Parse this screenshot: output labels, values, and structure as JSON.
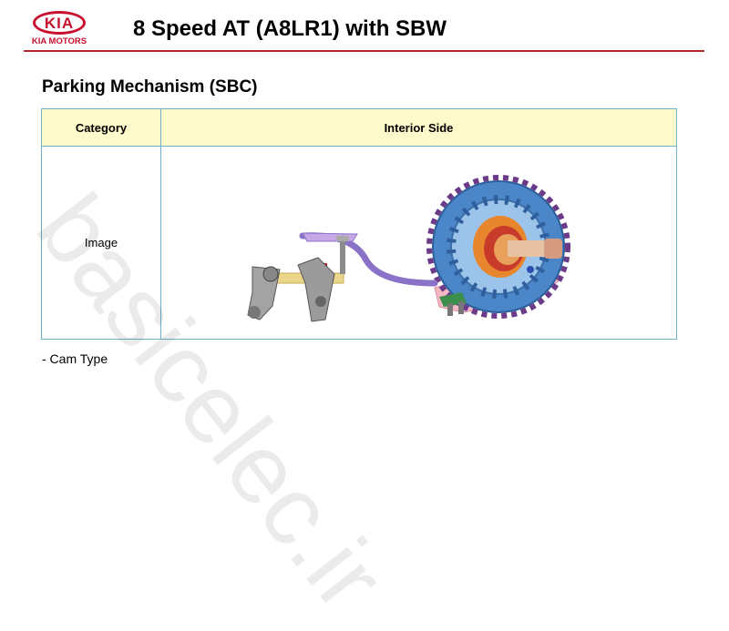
{
  "header": {
    "logo_text": "KIA",
    "logo_subtext": "KIA MOTORS",
    "title": "8 Speed AT (A8LR1) with SBW"
  },
  "section_title": "Parking Mechanism (SBC)",
  "table": {
    "headers": [
      "Category",
      "Interior Side"
    ],
    "rows": [
      {
        "category": "Image"
      }
    ]
  },
  "note": "- Cam Type",
  "watermark": "basicelec.ir",
  "colors": {
    "brand_red": "#c8102e",
    "rule": "#b22a2a",
    "table_border": "#6fb1c8",
    "header_fill": "#fefacb"
  }
}
